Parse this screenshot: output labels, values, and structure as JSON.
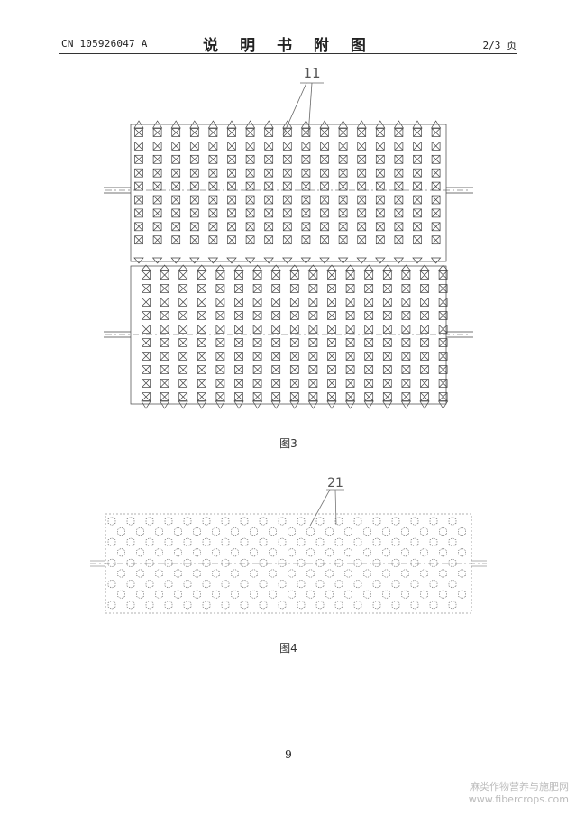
{
  "header": {
    "doc_number": "CN 105926047 A",
    "title": "说 明 书 附 图",
    "page_indicator": "2/3 页"
  },
  "figure3": {
    "caption": "图3",
    "callout": "11"
  },
  "figure4": {
    "caption": "图4",
    "callout": "21"
  },
  "footer": {
    "page_number": "9"
  },
  "watermark": {
    "line1": "麻类作物营养与施肥网",
    "line2": "www.fibercrops.com"
  }
}
